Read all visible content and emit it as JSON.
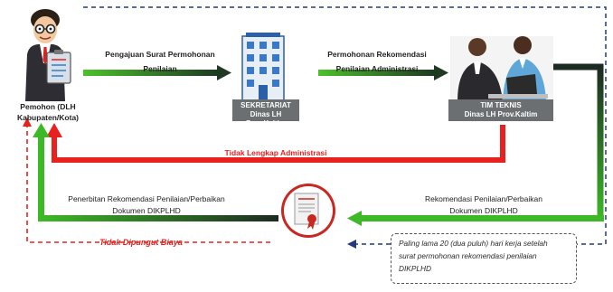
{
  "nodes": {
    "pemohon": {
      "label_line1": "Pemohon (DLH",
      "label_line2": "Kabupaten/Kota)"
    },
    "sekretariat": {
      "line1": "SEKRETARIAT",
      "line2": "Dinas LH Prov.Kaltim"
    },
    "tim_teknis": {
      "line1": "TIM TEKNIS",
      "line2": "Dinas LH Prov.Kaltim"
    }
  },
  "flows": {
    "step1": {
      "line1": "Pengajuan Surat Permohonan",
      "line2": "Penilaian"
    },
    "step2": {
      "line1": "Permohonan Rekomendasi",
      "line2": "Penilaian Administrasi"
    },
    "incomplete": "Tidak Lengkap Administrasi",
    "recommendation": {
      "line1": "Rekomendasi Penilaian/Perbaikan",
      "line2": "Dokumen DIKPLHD"
    },
    "issuance": {
      "line1": "Penerbitan Rekomendasi Penilaian/Perbaikan",
      "line2": "Dokumen DIKPLHD"
    },
    "free": "Tidak Dipungut Biaya"
  },
  "note": {
    "line1": "Paling lama 20 (dua puluh) hari kerja setelah",
    "line2": "surat permohonan rekomendasi penilaian",
    "line3": "DIKPLHD"
  },
  "colors": {
    "green": "#2fae1e",
    "dark": "#1d2a22",
    "red": "#e8211f",
    "navy": "#233a7a"
  }
}
